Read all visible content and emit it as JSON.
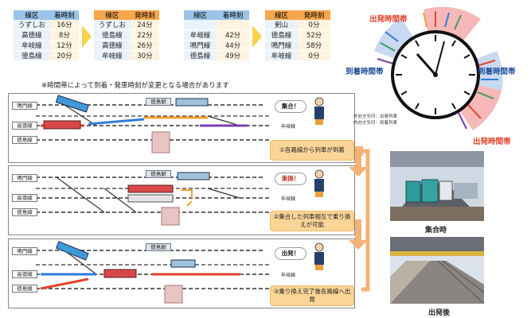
{
  "arrival_table_1": {
    "header": [
      "線区",
      "着時刻"
    ],
    "rows": [
      [
        "うずしお",
        "16分"
      ],
      [
        "高徳線",
        "8分"
      ],
      [
        "牟岐線",
        "12分"
      ],
      [
        "徳島線",
        "20分"
      ]
    ]
  },
  "departure_table_1": {
    "header": [
      "線区",
      "発時刻"
    ],
    "rows": [
      [
        "うずしお",
        "24分"
      ],
      [
        "徳島線",
        "22分"
      ],
      [
        "高徳線",
        "26分"
      ],
      [
        "牟岐線",
        "30分"
      ]
    ]
  },
  "arrival_table_2": {
    "header": [
      "線区",
      "着時刻"
    ],
    "rows": [
      [
        "",
        ""
      ],
      [
        "牟岐線",
        "42分"
      ],
      [
        "鳴門線",
        "44分"
      ],
      [
        "徳島線",
        "49分"
      ]
    ]
  },
  "departure_table_2": {
    "header": [
      "線区",
      "発時刻"
    ],
    "rows": [
      [
        "剣山",
        "0分"
      ],
      [
        "徳島線",
        "52分"
      ],
      [
        "鳴門線",
        "58分"
      ],
      [
        "牟岐線",
        "0分"
      ]
    ]
  },
  "note": "※時間帯によって到着・発車時刻が変更となる場合があります",
  "panels": [
    {
      "bubble": "集合！",
      "caption": "①各路線から列車が到着"
    },
    {
      "bubble": "乗換！",
      "caption": "②集合した列車相互で乗り換えが可能"
    },
    {
      "bubble": "出発！",
      "caption": "③乗り換え完了後各路線へ出発"
    }
  ],
  "line_labels": [
    "鳴門線",
    "高徳線",
    "徳島線"
  ],
  "right_label": "牟岐線",
  "station_label": "徳島駅",
  "clock": {
    "departure_band_top": "出発時間帯",
    "arrival_band_left": "到着時間帯",
    "arrival_band_right": "到着時間帯",
    "departure_band_bottom": "出発時間帯",
    "legend_outer": "外向き矢印：出発列車",
    "legend_inner": "内向き矢印：到着列車",
    "colors": {
      "departure_band": "#f6b8b8",
      "arrival_band": "#c9d9f2"
    }
  },
  "photos": [
    {
      "caption": "集合時",
      "kind": "train-photo"
    },
    {
      "caption": "出発後",
      "kind": "empty-platform-photo"
    }
  ]
}
